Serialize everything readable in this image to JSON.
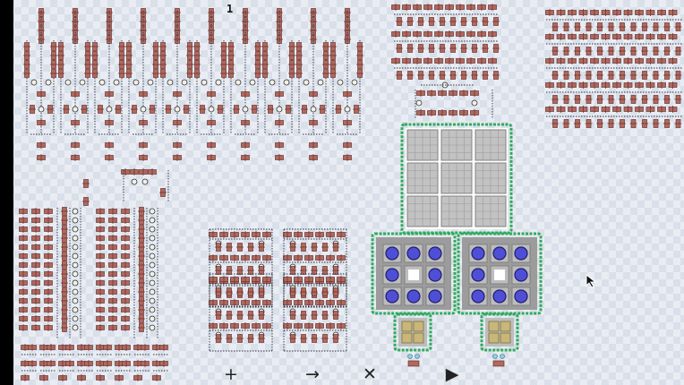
{
  "board": {
    "background_color": "#d9e0ea",
    "checker_color": "#e9edf3",
    "wire_color": "#2a3140",
    "component_color": "#b0685f",
    "component_outline": "#6e342e",
    "node_fill": "#f4efe1",
    "factory_border_color": "#2faa5c",
    "machine_floor_color": "#9c9c9c",
    "grid_cell_color": "#c2c2c2",
    "orb_color": "#4f4fd6",
    "crate_color": "#c9b77a",
    "leg_color": "#8fd0e0",
    "level_marker": "1"
  },
  "toolbar": {
    "tools": [
      {
        "name": "add-tool",
        "symbol": "+"
      },
      {
        "name": "arrow-tool",
        "symbol": "→"
      },
      {
        "name": "delete-tool",
        "symbol": "✕"
      },
      {
        "name": "play-tool",
        "symbol": "▶"
      }
    ]
  },
  "cursor_icon": "mouse-pointer"
}
